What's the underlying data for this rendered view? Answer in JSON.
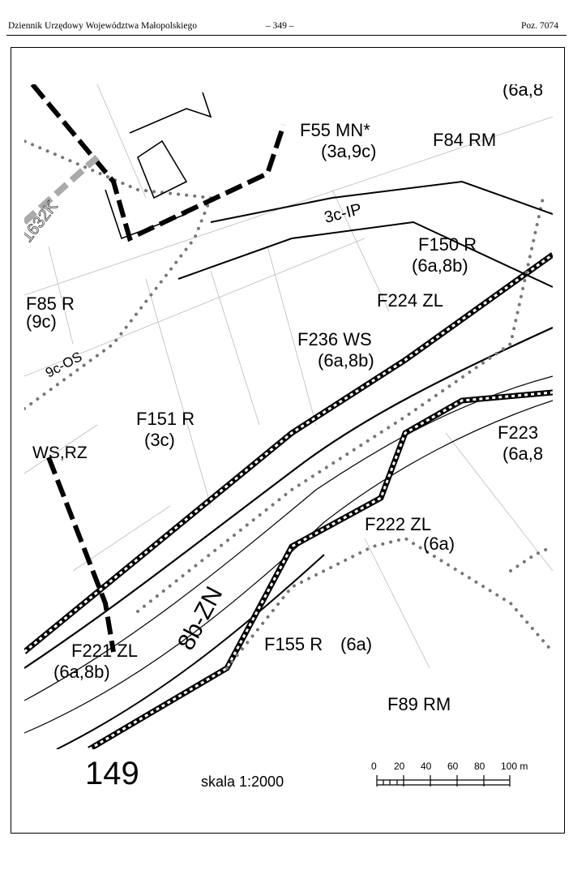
{
  "header": {
    "publication": "Dziennik Urzędowy Województwa Małopolskiego",
    "page": "– 349 –",
    "position": "Poz. 7074"
  },
  "map": {
    "labels": {
      "f55": "F55 MN*",
      "f55_sub": "(3a,9c)",
      "f84": "F84 RM",
      "road_3c": "3c-IP",
      "f150": "F150 R",
      "f150_sub": "(6a,8b)",
      "f85": "F85 R",
      "f85_sub": "(9c)",
      "f224": "F224 ZL",
      "f236": "F236 WS",
      "f236_sub": "(6a,8b)",
      "os_9c": "9c-OS",
      "f151": "F151 R",
      "f151_sub": "(3c)",
      "wsrz": "WS,RZ",
      "f223": "F223",
      "f223_sub": "(6a,8",
      "f222": "F222 ZL",
      "f222_sub": "(6a)",
      "zn_8b": "8b-ZN",
      "f221": "F221 ZL",
      "f221_sub": "(6a,8b)",
      "f155": "F155 R",
      "f155_sub": "(6a)",
      "f89": "F89 RM",
      "road_1632": "1632K",
      "top_cut": "(6a,8"
    }
  },
  "footer": {
    "sheet_number": "149",
    "scale_text": "skala 1:2000",
    "scale_ticks": [
      "0",
      "20",
      "40",
      "60",
      "80",
      "100 m"
    ]
  }
}
